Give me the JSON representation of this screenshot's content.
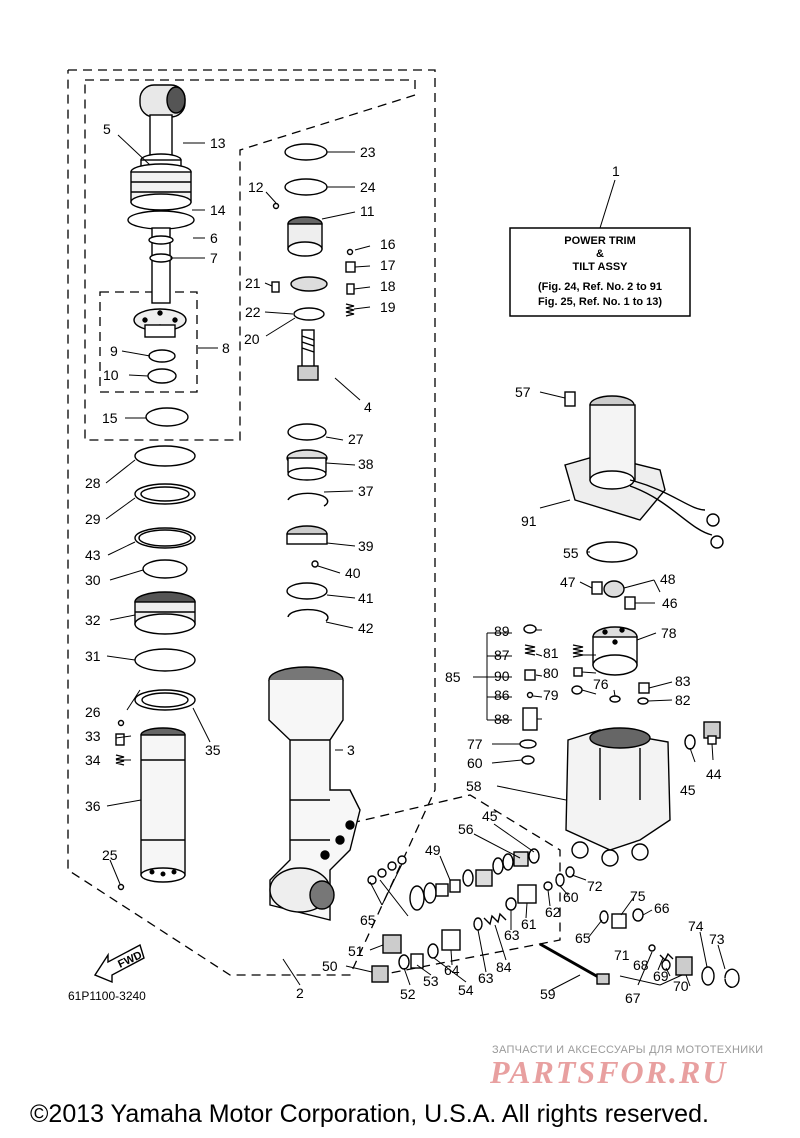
{
  "diagram": {
    "figure_code": "61P1100-3240",
    "fwd_label": "FWD",
    "note_box": {
      "line1": "POWER TRIM",
      "line2": "&",
      "line3": "TILT ASSY",
      "line4": "(Fig. 24, Ref. No. 2 to 91",
      "line5": "Fig. 25, Ref. No. 1 to 13)"
    },
    "callouts": [
      "1",
      "2",
      "3",
      "4",
      "5",
      "6",
      "7",
      "8",
      "9",
      "10",
      "11",
      "12",
      "13",
      "14",
      "15",
      "16",
      "17",
      "18",
      "19",
      "20",
      "21",
      "22",
      "23",
      "24",
      "25",
      "26",
      "27",
      "28",
      "29",
      "30",
      "31",
      "32",
      "33",
      "34",
      "35",
      "36",
      "37",
      "38",
      "39",
      "40",
      "41",
      "42",
      "43",
      "44",
      "45",
      "45",
      "46",
      "47",
      "48",
      "49",
      "50",
      "51",
      "52",
      "53",
      "54",
      "55",
      "56",
      "57",
      "58",
      "59",
      "60",
      "60",
      "61",
      "62",
      "63",
      "63",
      "64",
      "65",
      "65",
      "66",
      "67",
      "68",
      "69",
      "70",
      "71",
      "72",
      "73",
      "74",
      "75",
      "76",
      "77",
      "78",
      "79",
      "80",
      "81",
      "82",
      "83",
      "84",
      "85",
      "86",
      "87",
      "88",
      "89",
      "90",
      "91"
    ]
  },
  "copyright": "©2013 Yamaha Motor Corporation, U.S.A. All rights reserved.",
  "watermark": {
    "top_text": "ЗАПЧАСТИ И АКСЕССУАРЫ ДЛЯ МОТОТЕХНИКИ",
    "brand": "PARTSFOR.RU"
  }
}
